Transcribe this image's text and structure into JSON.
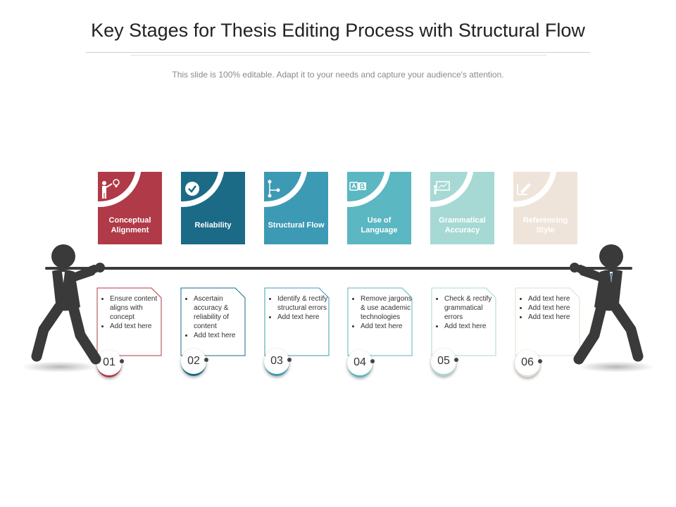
{
  "header": {
    "title": "Key Stages for Thesis Editing Process with Structural Flow",
    "subtitle": "This slide is 100% editable. Adapt it to your needs and capture your audience's attention."
  },
  "stages": [
    {
      "label": "Conceptual Alignment",
      "icon": "presenter-icon",
      "color": "#b03a47",
      "number": "01",
      "bullets": [
        "Ensure content aligns with concept",
        "Add text here"
      ]
    },
    {
      "label": "Reliability",
      "icon": "checkmark-icon",
      "color": "#1b6a86",
      "number": "02",
      "bullets": [
        "Ascertain accuracy & reliability of content",
        "Add text here"
      ]
    },
    {
      "label": "Structural Flow",
      "icon": "flow-icon",
      "color": "#3d9ab4",
      "number": "03",
      "bullets": [
        "Identify & rectify structural errors",
        "Add text here"
      ]
    },
    {
      "label": "Use of Language",
      "icon": "language-icon",
      "color": "#5bb7c2",
      "number": "04",
      "bullets": [
        "Remove jargons & use academic technologies",
        "Add text here"
      ]
    },
    {
      "label": "Grammatical Accuracy",
      "icon": "whiteboard-icon",
      "color": "#a7d9d4",
      "number": "05",
      "bullets": [
        "Check & rectify grammatical errors",
        "Add text here"
      ]
    },
    {
      "label": "Referencing Style",
      "icon": "edit-icon",
      "color": "#efe4da",
      "number": "06",
      "bullets": [
        "Add text here",
        "Add text here",
        "Add text here"
      ]
    }
  ],
  "colors": {
    "rope": "#3b3b3b",
    "figure": "#3a3a3a"
  }
}
